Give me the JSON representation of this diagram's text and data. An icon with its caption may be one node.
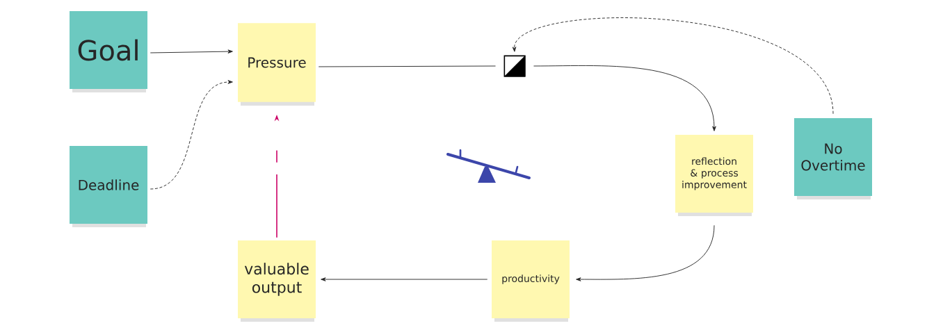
{
  "diagram": {
    "nodes": [
      {
        "text": [
          "Goal"
        ]
      },
      {
        "text": [
          "Pressure"
        ]
      },
      {
        "text": [
          "Deadline"
        ]
      },
      {
        "text": [],
        "shape": "box"
      },
      {
        "text": [
          "reflection & process improvement"
        ]
      },
      {
        "text": [
          "No Overtime"
        ]
      },
      {
        "text": [
          "productivity"
        ]
      },
      {
        "text": [
          "valuable output"
        ]
      }
    ],
    "edges": [
      {
        "from": 0,
        "to": 1,
        "arrow": "to"
      },
      {
        "from": 2,
        "to": 1,
        "arrow": "to",
        "style": "dashed"
      },
      {
        "from": 1,
        "to": 3,
        "arrow": "none"
      },
      {
        "from": 3,
        "to": 4,
        "arrow": "to"
      },
      {
        "from": 5,
        "to": 3,
        "arrow": "to",
        "style": "dashed"
      },
      {
        "from": 4,
        "to": 6,
        "arrow": "to"
      },
      {
        "from": 6,
        "to": 7,
        "arrow": "to"
      },
      {
        "from": 7,
        "to": 1,
        "arrow": "to",
        "style": "dashed",
        "color": "#cc0066"
      }
    ]
  }
}
